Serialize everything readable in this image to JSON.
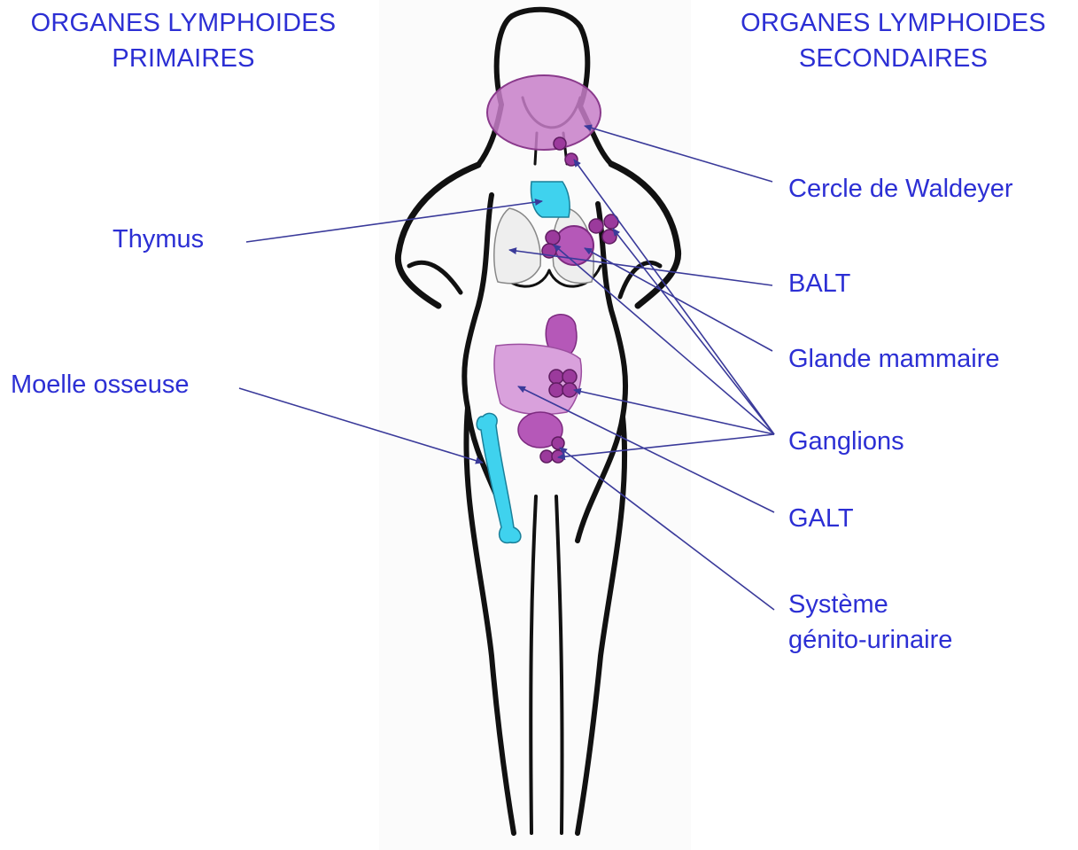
{
  "headings": {
    "primary": {
      "line1": "ORGANES LYMPHOIDES",
      "line2": "PRIMAIRES"
    },
    "secondary": {
      "line1": "ORGANES LYMPHOIDES",
      "line2": "SECONDAIRES"
    }
  },
  "labels": {
    "thymus": "Thymus",
    "moelle": "Moelle osseuse",
    "waldeyer": "Cercle de Waldeyer",
    "balt": "BALT",
    "glande": "Glande mammaire",
    "ganglions": "Ganglions",
    "galt": "GALT",
    "genito_line1": "Système",
    "genito_line2": "génito-urinaire"
  },
  "colors": {
    "text": "#2c2fd4",
    "arrow": "#3a3a9a",
    "primary_organ": "#3fd2ee",
    "secondary_organ": "#b558b8",
    "node": "#9b3a9c",
    "outline": "#111111"
  }
}
